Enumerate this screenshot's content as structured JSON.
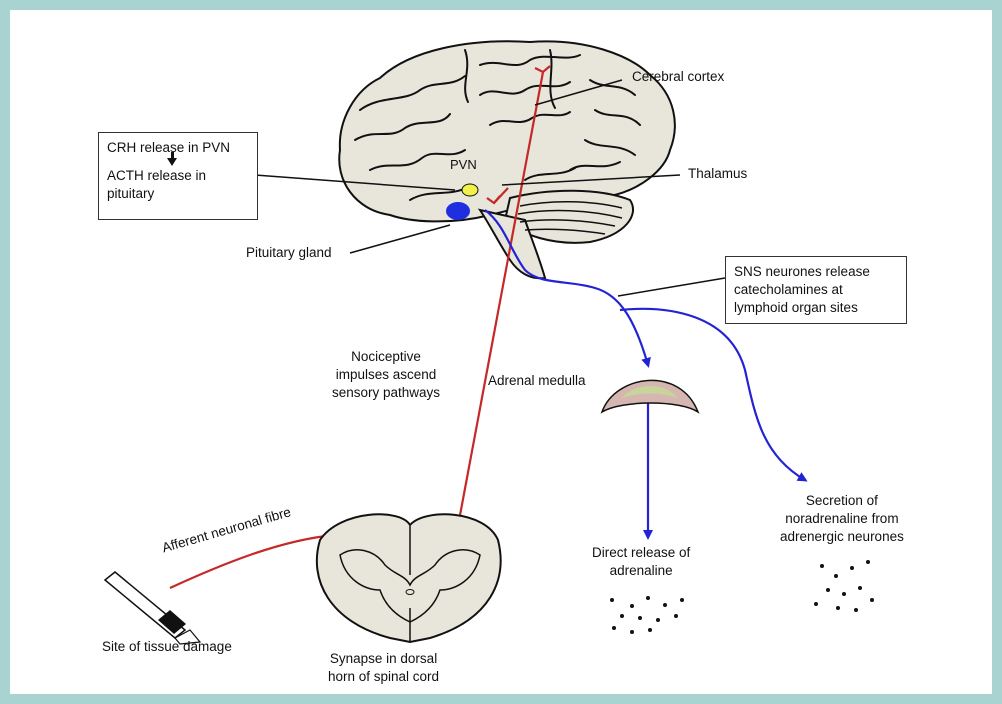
{
  "labels": {
    "cerebral_cortex": "Cerebral cortex",
    "thalamus": "Thalamus",
    "pvn": "PVN",
    "pituitary_gland": "Pituitary gland",
    "nociceptive": [
      "Nociceptive",
      "impulses ascend",
      "sensory pathways"
    ],
    "adrenal_medulla": "Adrenal medulla",
    "afferent_fibre": "Afferent neuronal fibre",
    "site_of_damage": "Site of tissue damage",
    "synapse": [
      "Synapse in dorsal",
      "horn of spinal cord"
    ],
    "direct_release": [
      "Direct release of",
      "adrenaline"
    ],
    "secretion": [
      "Secretion of",
      "noradrenaline from",
      "adrenergic neurones"
    ]
  },
  "boxes": {
    "crh": {
      "line1": "CRH release in PVN",
      "line2": "ACTH release in",
      "line3": "pituitary"
    },
    "sns": {
      "line1": "SNS neurones release",
      "line2": "catecholamines at",
      "line3": "lymphoid organ sites"
    }
  },
  "colors": {
    "frame": "#a9d3d1",
    "brain_fill": "#e8e5da",
    "nociceptive_pathway": "#c62828",
    "sns_pathway": "#2323d6",
    "pituitary": "#1f2fe0",
    "pvn": "#f2f04a",
    "adrenal_outer": "#d6b6b0",
    "adrenal_inner": "#c9d49a"
  }
}
